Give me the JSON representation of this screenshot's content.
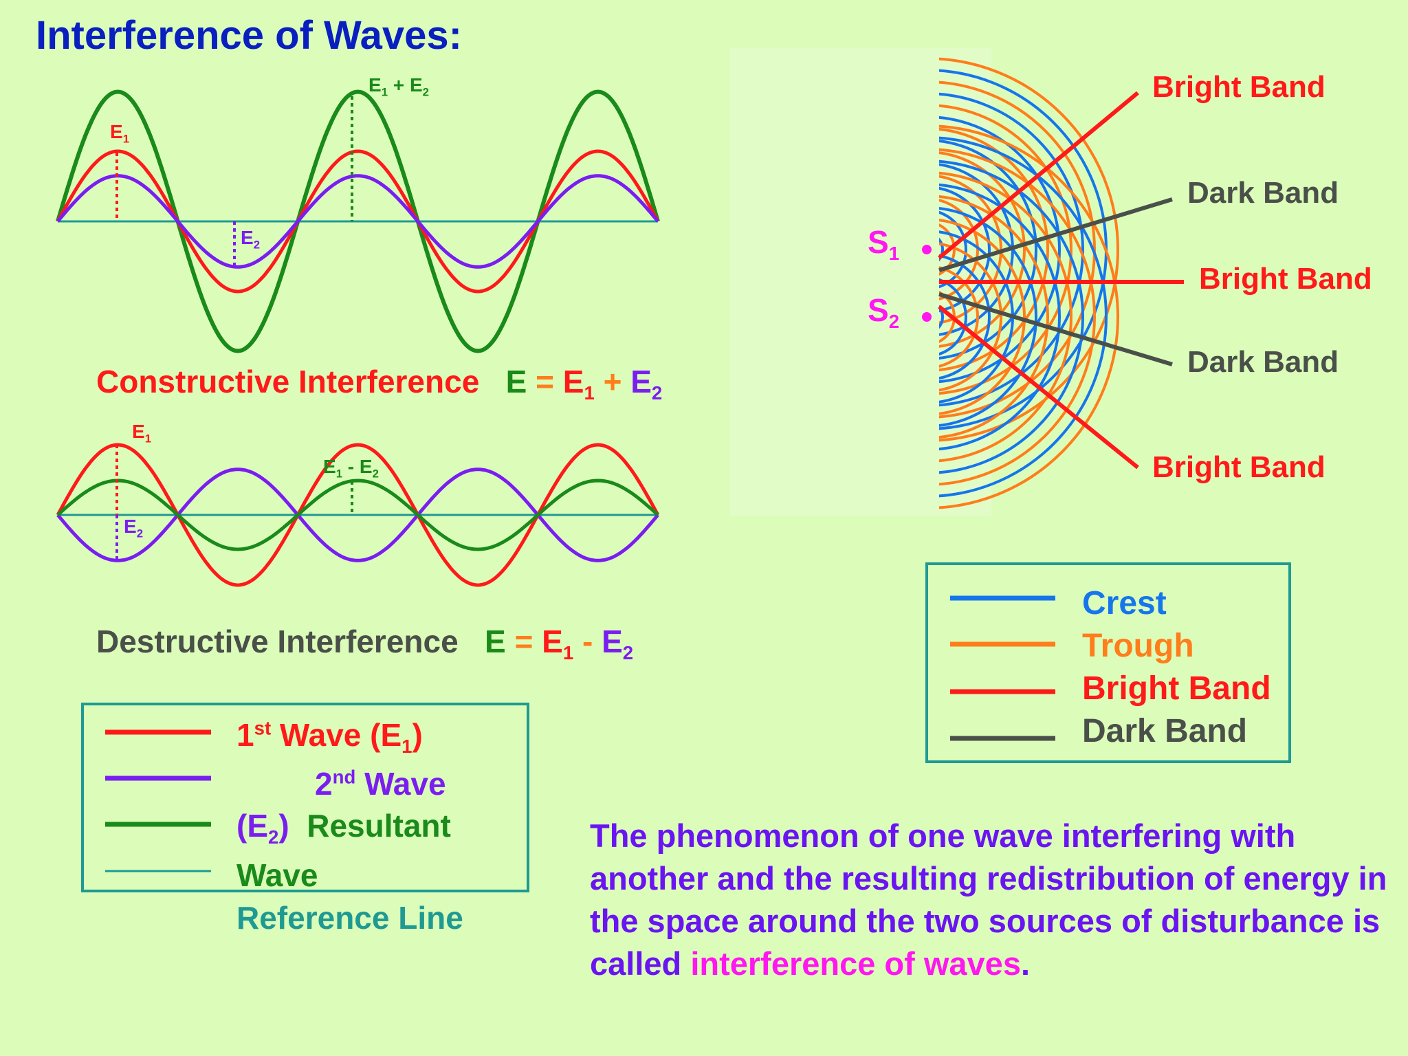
{
  "title": "Interference of Waves:",
  "colors": {
    "background": "#dbfdb9",
    "title": "#0a1fbf",
    "wave1": "#ff1a1a",
    "wave2": "#7a1ef0",
    "resultant": "#1a8a1a",
    "reference": "#1f9a93",
    "crest": "#1675ec",
    "trough": "#ff7d1a",
    "bright": "#ff1a1a",
    "dark": "#4a4f4a",
    "source": "#ff16f0",
    "description": "#6a14f2",
    "highlight": "#ff16f0"
  },
  "constructive": {
    "label_e1": "E",
    "label_e1_sub": "1",
    "label_e2": "E",
    "label_e2_sub": "2",
    "label_sum": "E",
    "label_sum_sub1": "1",
    "label_sum_plus": " + E",
    "label_sum_sub2": "2",
    "caption_text": "Constructive Interference",
    "equation_e": "E",
    "equation_eq": " = ",
    "equation_e1": "E",
    "equation_e1_sub": "1",
    "equation_plus": " + ",
    "equation_e2": "E",
    "equation_e2_sub": "2",
    "amplitude_e1": 1.0,
    "amplitude_e2": 0.65,
    "cycles": 2.5
  },
  "destructive": {
    "label_e1": "E",
    "label_e1_sub": "1",
    "label_e2": "E",
    "label_e2_sub": "2",
    "label_diff": "E",
    "label_diff_sub1": "1",
    "label_diff_minus": " - E",
    "label_diff_sub2": "2",
    "caption_text": "Destructive Interference",
    "equation_e": "E",
    "equation_eq": " = ",
    "equation_e1": "E",
    "equation_e1_sub": "1",
    "equation_minus": " - ",
    "equation_e2": "E",
    "equation_e2_sub": "2",
    "amplitude_e1": 1.0,
    "amplitude_e2": 0.65,
    "cycles": 2.5
  },
  "wave_legend": {
    "row1_num": "1",
    "row1_sup": "st",
    "row1_text": " Wave (E",
    "row1_sub": "1",
    "row1_close": ")",
    "row2_num": "2",
    "row2_sup": "nd",
    "row2_text": " Wave",
    "row3_open": "(E",
    "row3_sub": "2",
    "row3_close": ")",
    "row3_text": "Resultant",
    "row4_text": "Wave",
    "row5_text": "Reference Line"
  },
  "pattern": {
    "source1": "S",
    "source1_sub": "1",
    "source2": "S",
    "source2_sub": "2",
    "bands": [
      "Bright Band",
      "Dark Band",
      "Bright Band",
      "Dark Band",
      "Bright Band"
    ]
  },
  "pattern_legend": {
    "crest": "Crest",
    "trough": "Trough",
    "bright": "Bright Band",
    "dark": "Dark Band"
  },
  "description": {
    "text": "The phenomenon of one wave interfering with another and the resulting redistribution of energy in the space around the two sources of disturbance is called ",
    "highlight": "interference of waves",
    "end": "."
  }
}
